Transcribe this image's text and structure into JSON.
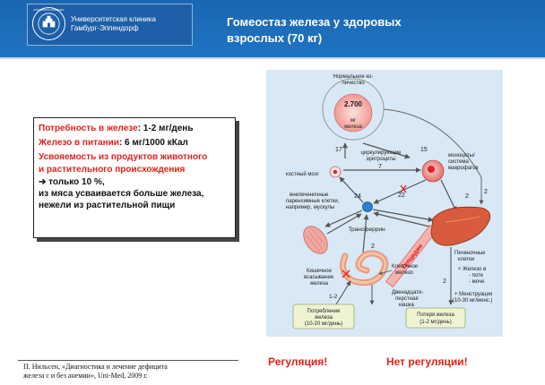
{
  "header": {
    "logo_line1": "Университетская клиника",
    "logo_line2": "Гамбург-Эппендорф",
    "seal_text": "UNIVERSITAT HAMBURG",
    "title_line1": "Гомеостаз железа у здоровых",
    "title_line2": "взрослых (70 кг)"
  },
  "info": {
    "need_label": "Потребность в железе",
    "need_value": ": 1-2 мг/день",
    "diet_label": "Железо в питании",
    "diet_value": ": 6 мг/1000 кКал",
    "absorb_line1": "Усвояемость из продуктов животного",
    "absorb_line2": "и растительного происхождения",
    "arrow_line": "➔ только 10 %,",
    "note_line1": "из мяса усваивается больше железа,",
    "note_line2": "нежели из растительной пищи"
  },
  "diagram": {
    "pool_l1": "Нормальное ко-",
    "pool_l2": "личество",
    "pool_value": "2.700",
    "pool_unit": "мг",
    "pool_sub": "железа",
    "n17": "17",
    "n15": "15",
    "n7": "7",
    "n24": "24",
    "n22": "22",
    "n2a": "2",
    "n2b": "2",
    "n2c": "2",
    "n2d": "2",
    "n12": "1-2",
    "erythro_l1": "циркулирующие",
    "erythro_l2": "эритроциты",
    "marrow": "костный мозг",
    "mono_l1": "моноциты/",
    "mono_l2": "система",
    "mono_l3": "макрофагов",
    "paren_l1": "внепеченочные",
    "paren_l2": "паренхимные клетки,",
    "paren_l3": "например, мускулы",
    "transferrin": "Трансферрин",
    "hepcidin": "Гепцидин",
    "liver_l1": "Печеночные",
    "liver_l2": "клетки",
    "absorb_l1": "Кишечное",
    "absorb_l2": "всасывание",
    "absorb_l3": "железа",
    "cell_l1": "Клеточное",
    "cell_l2": "железо",
    "duo_l1": "Двенадцати-",
    "duo_l2": "перстная",
    "duo_l3": "кишка",
    "loss_l1": "+ Железо в",
    "loss_l2": "- поте",
    "loss_l3": "- моче",
    "mens_l1": "+ Менструация",
    "mens_l2": "(10-30 мг/менс.)",
    "intake_l1": "Потребление",
    "intake_l2": "железа",
    "intake_l3": "(10-20 мг/день)",
    "loss_box_l1": "Потеря железа",
    "loss_box_l2": "(1-2 мг/день)"
  },
  "footer": {
    "citation_line1": "П. Нильсен, «Диагностика и лечение дефицита",
    "citation_line2": "железа с и без анемии», Uni-Med, 2009 г.",
    "regulated": "Регуляция!",
    "not_regulated": "Нет регуляции!"
  }
}
